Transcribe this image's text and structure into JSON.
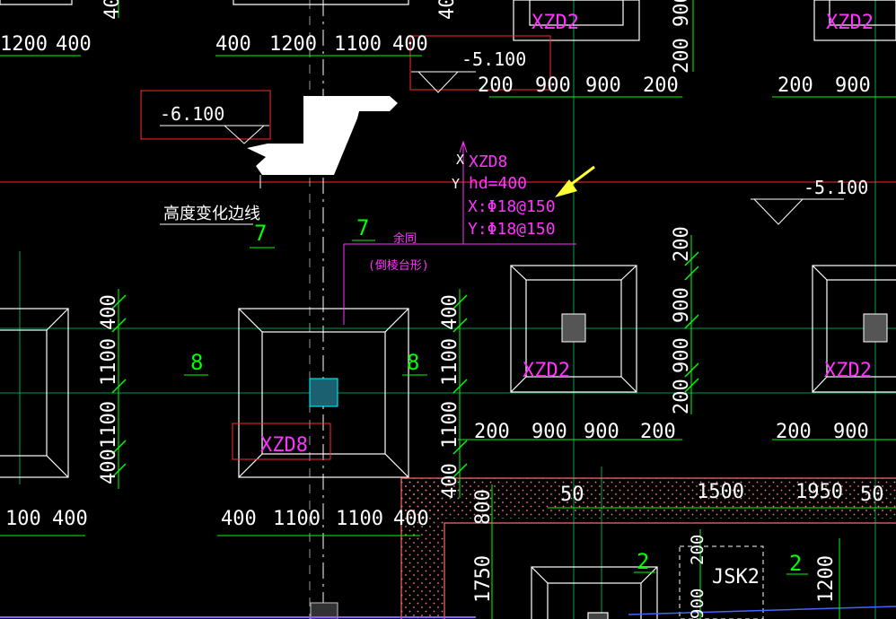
{
  "colors": {
    "background": "#000000",
    "white": "#ffffff",
    "green": "#00ff00",
    "magenta": "#ff33ff",
    "red": "#ff2a2a",
    "cyan": "#00ffff",
    "yellow": "#ffff33",
    "pink_dots": "#ff7a7a",
    "hatch_pink": "#ff6666",
    "purple": "#8a5cff"
  },
  "labels": {
    "xzd2": "XZD2",
    "xzd8": "XZD8",
    "jsk2": "JSK2",
    "elev_m6100": "-6.100",
    "elev_m5100": "-5.100",
    "height_change_line": "高度变化边线",
    "same": "余同",
    "same_note": "(倒棱台形)",
    "hd": "hd=400",
    "rebar_x": "X:Φ18@150",
    "rebar_y": "Y:Φ18@150",
    "x_axis": "X",
    "y_axis": "Y",
    "num7": "7",
    "num8": "8",
    "num2": "2"
  },
  "dims": {
    "d100": "100",
    "d200": "200",
    "d400": "400",
    "d50": "50",
    "d800": "800",
    "d900": "900",
    "d1100": "1100",
    "d1200": "1200",
    "d1500": "1500",
    "d1750": "1750",
    "d1950": "1950"
  }
}
